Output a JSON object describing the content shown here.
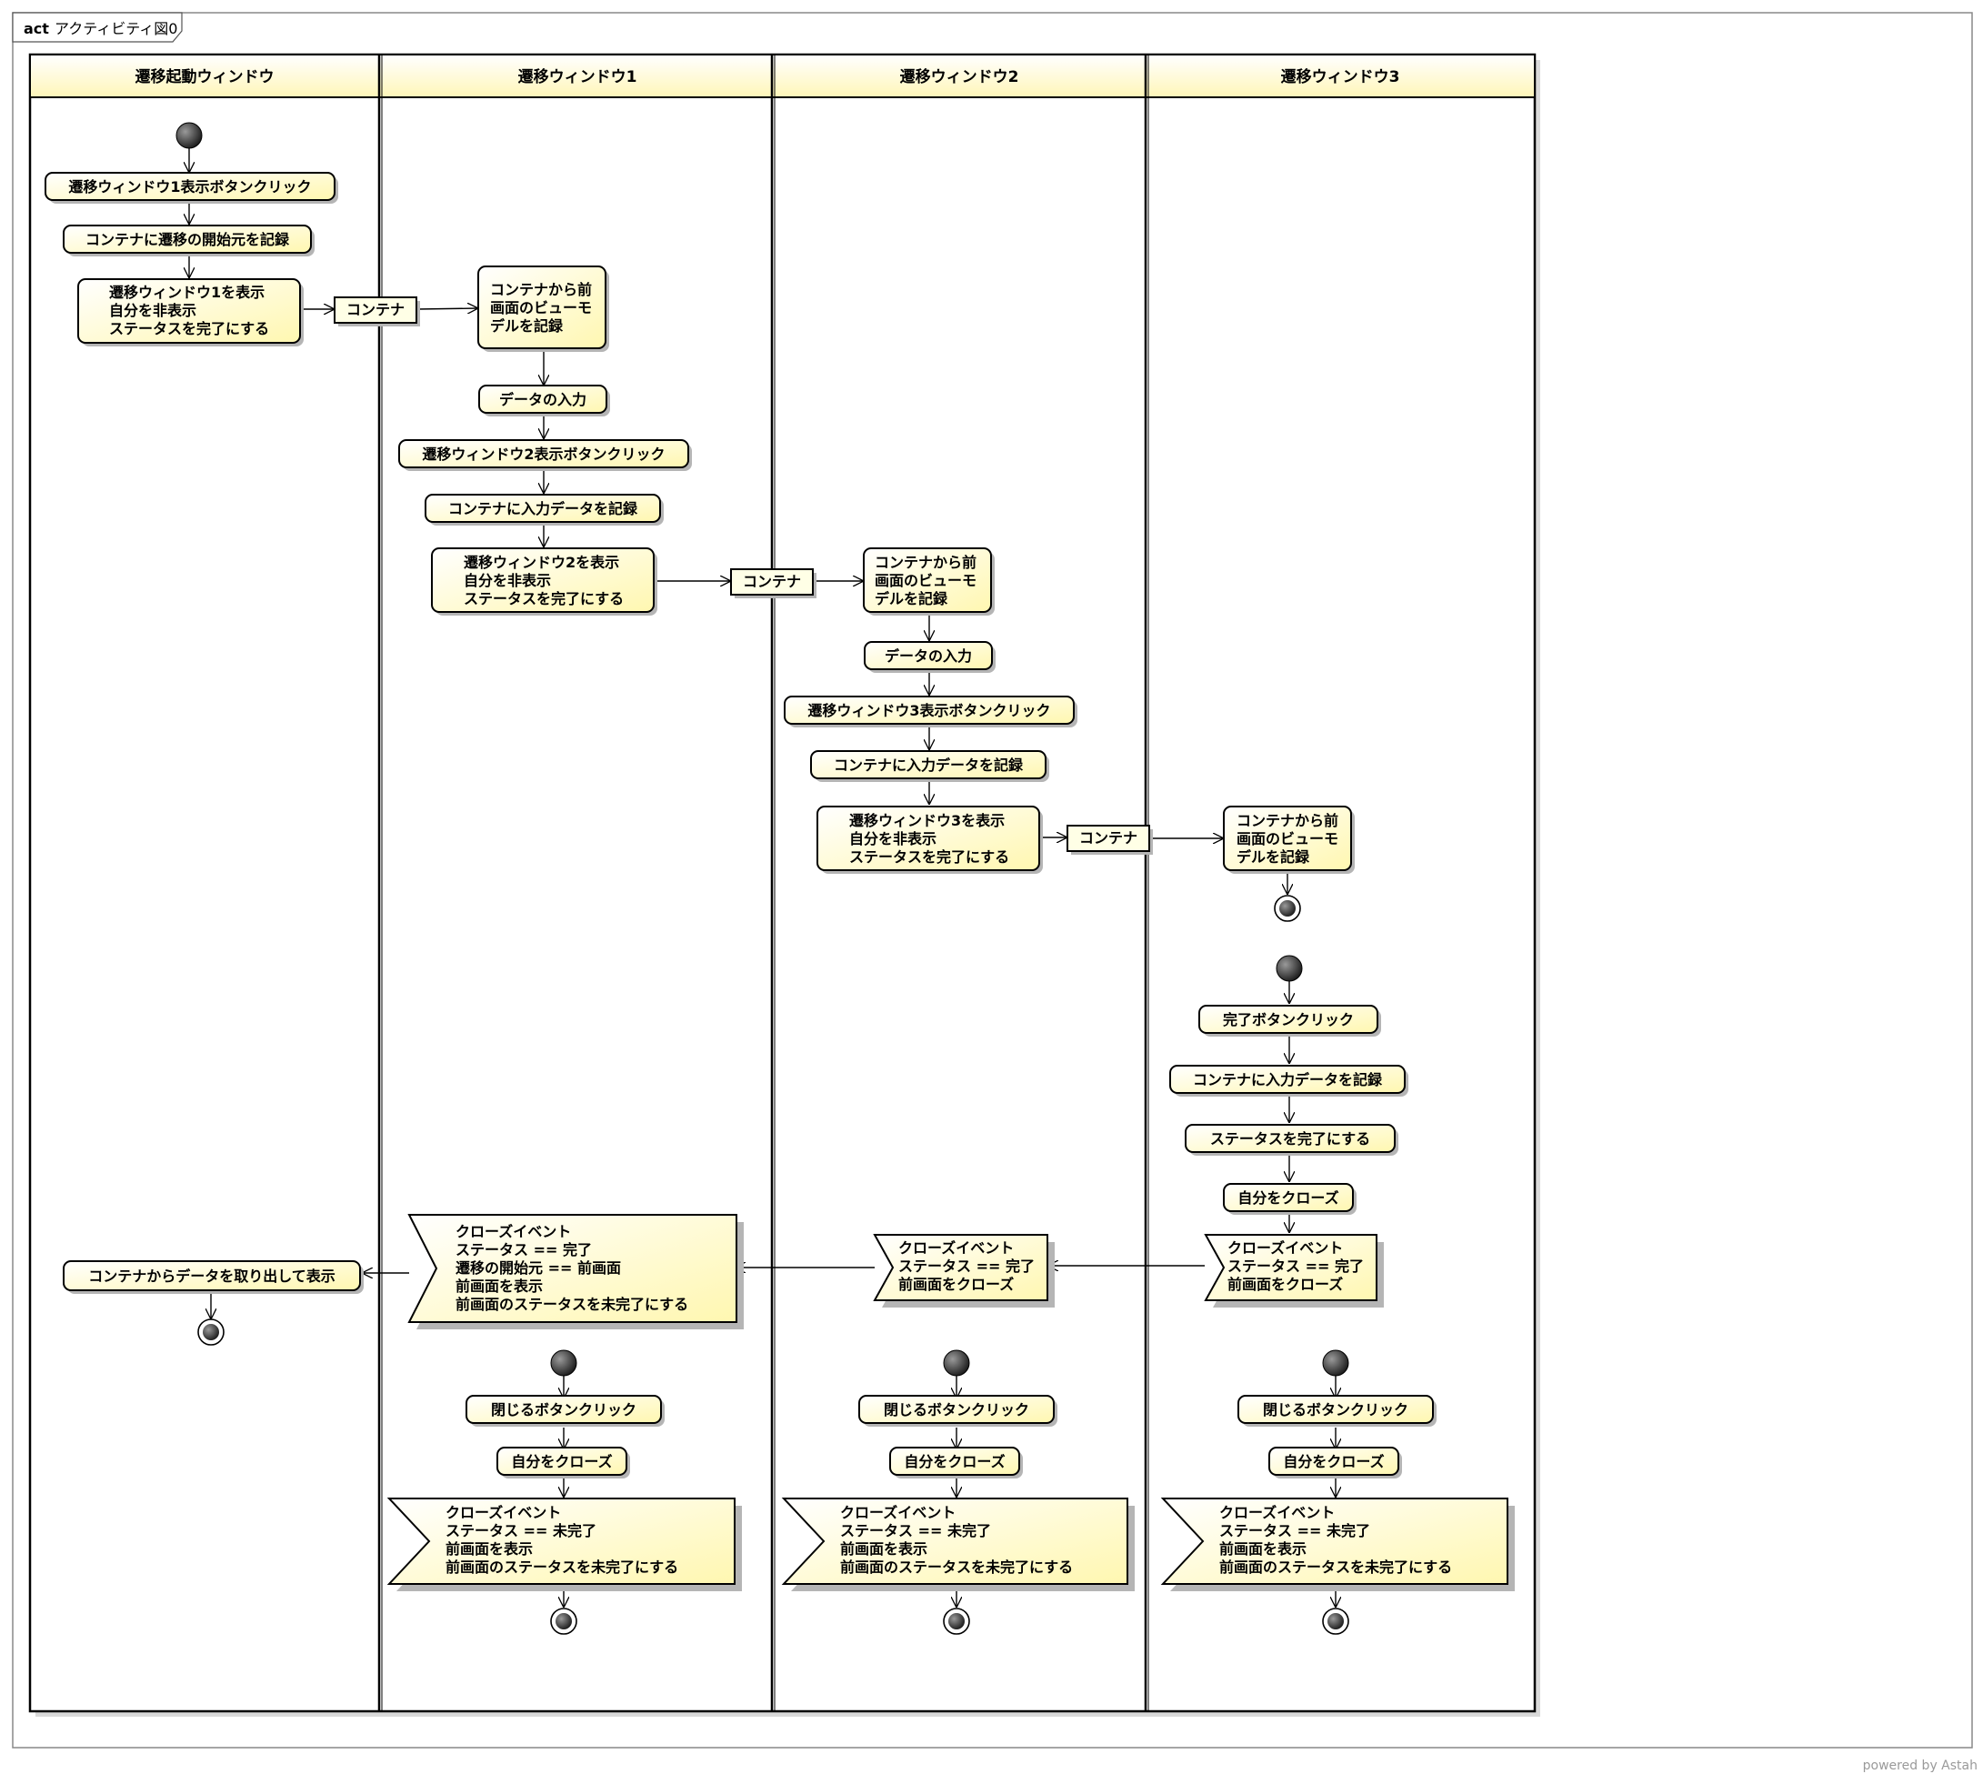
{
  "frame": {
    "keyword": "act",
    "name": "アクティビティ図0"
  },
  "lanes": [
    "遷移起動ウィンドウ",
    "遷移ウィンドウ1",
    "遷移ウィンドウ2",
    "遷移ウィンドウ3"
  ],
  "actions": {
    "l0_click": "遷移ウィンドウ1表示ボタンクリック",
    "l0_record": "コンテナに遷移の開始元を記録",
    "l0_show": [
      "遷移ウィンドウ1を表示",
      "自分を非表示",
      "ステータスを完了にする"
    ],
    "l0_result": "コンテナからデータを取り出して表示",
    "w1_vm": [
      "コンテナから前",
      "画面のビューモ",
      "デルを記録"
    ],
    "w1_input": "データの入力",
    "w1_click": "遷移ウィンドウ2表示ボタンクリック",
    "w1_record": "コンテナに入力データを記録",
    "w1_show": [
      "遷移ウィンドウ2を表示",
      "自分を非表示",
      "ステータスを完了にする"
    ],
    "w1_close_click": "閉じるボタンクリック",
    "w1_close_self": "自分をクローズ",
    "w2_vm": [
      "コンテナから前",
      "画面のビューモ",
      "デルを記録"
    ],
    "w2_input": "データの入力",
    "w2_click": "遷移ウィンドウ3表示ボタンクリック",
    "w2_record": "コンテナに入力データを記録",
    "w2_show": [
      "遷移ウィンドウ3を表示",
      "自分を非表示",
      "ステータスを完了にする"
    ],
    "w2_close_click": "閉じるボタンクリック",
    "w2_close_self": "自分をクローズ",
    "w3_vm": [
      "コンテナから前",
      "画面のビューモ",
      "デルを記録"
    ],
    "w3_done_click": "完了ボタンクリック",
    "w3_record": "コンテナに入力データを記録",
    "w3_status": "ステータスを完了にする",
    "w3_close_self_a": "自分をクローズ",
    "w3_close_click": "閉じるボタンクリック",
    "w3_close_self_b": "自分をクローズ"
  },
  "objects": {
    "container": "コンテナ"
  },
  "signals": {
    "accept_w1": [
      "クローズイベント",
      "ステータス == 完了",
      "遷移の開始元 == 前画面",
      "前画面を表示",
      "前画面のステータスを未完了にする"
    ],
    "accept_w2": [
      "クローズイベント",
      "ステータス == 完了",
      "前画面をクローズ"
    ],
    "send_w3": [
      "クローズイベント",
      "ステータス == 完了",
      "前画面をクローズ"
    ],
    "close_incomplete": [
      "クローズイベント",
      "ステータス == 未完了",
      "前画面を表示",
      "前画面のステータスを未完了にする"
    ]
  },
  "credit": "powered by Astah",
  "colors": {
    "node_fill": "#ffffcc",
    "lane_header": "#fffacd",
    "border": "#000000",
    "shadow": "#b8b8b8"
  }
}
